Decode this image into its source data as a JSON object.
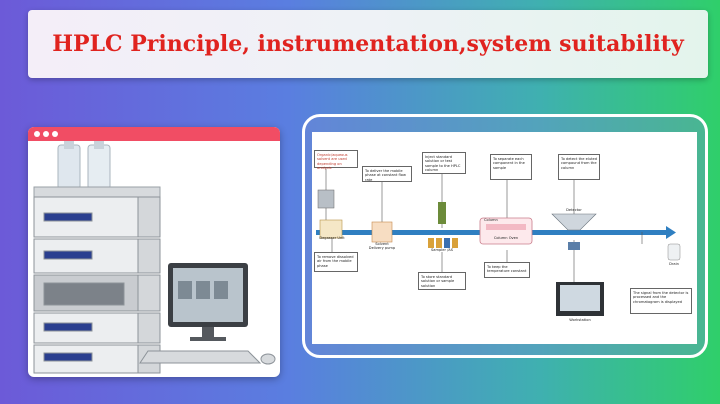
{
  "title": "HPLC Principle, instrumentation,system suitability",
  "diagram": {
    "top_boxes": [
      "Organic/aqueous solvent are used depending on analysis",
      "To deliver the mobile phase at constant flow rate",
      "Inject standard solution or test sample to the HPLC column",
      "To separate each component in the sample",
      "To detect the eluted compound from the column"
    ],
    "bottom_boxes": [
      "To remove dissolved air from the mobile phase",
      "To store standard solution or sample solution",
      "To keep the temperature constant",
      "The signal from the detector is processed and the chromatogram is displayed"
    ],
    "nodes": {
      "degasser": "Degasser Unit",
      "pump": "Solvent Delivery pump",
      "sampler": "Sampler /AS",
      "column": "Column",
      "column_oven": "Column Oven",
      "detector": "Detector",
      "workstation": "Workstation",
      "drain": "Drain"
    }
  }
}
